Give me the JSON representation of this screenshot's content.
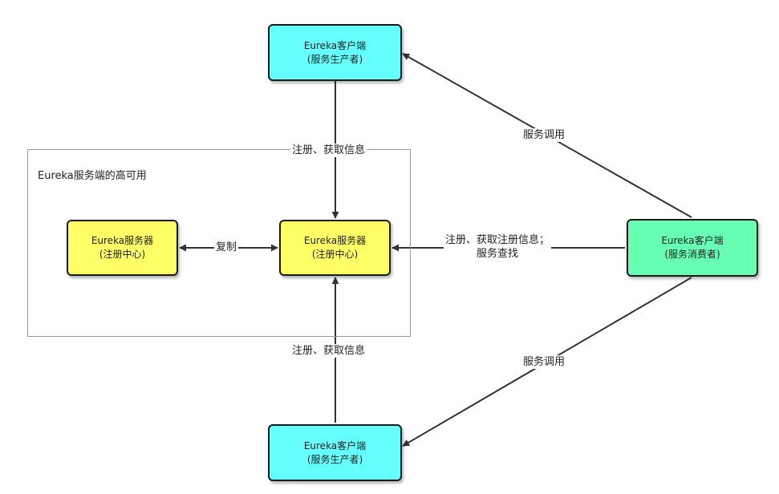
{
  "diagram": {
    "group": {
      "title": "Eureka服务端的高可用"
    },
    "nodes": {
      "provider_top": {
        "line1": "Eureka客户端",
        "line2": "(服务生产者)"
      },
      "provider_bottom": {
        "line1": "Eureka客户端",
        "line2": "(服务生产者)"
      },
      "server_left": {
        "line1": "Eureka服务器",
        "line2": "(注册中心)"
      },
      "server_main": {
        "line1": "Eureka服务器",
        "line2": "(注册中心)"
      },
      "consumer": {
        "line1": "Eureka客户端",
        "line2": "(服务消费者)"
      }
    },
    "edges": {
      "top_register": "注册、获取信息",
      "bottom_register": "注册、获取信息",
      "replicate": "复制",
      "consumer_register_line1": "注册、获取注册信息；",
      "consumer_register_line2": "服务查找",
      "invoke_top": "服务调用",
      "invoke_bottom": "服务调用"
    },
    "colors": {
      "provider": "#66ffff",
      "server": "#ffff66",
      "consumer": "#66ffb3",
      "line": "#333333",
      "group_border": "#999999"
    }
  }
}
